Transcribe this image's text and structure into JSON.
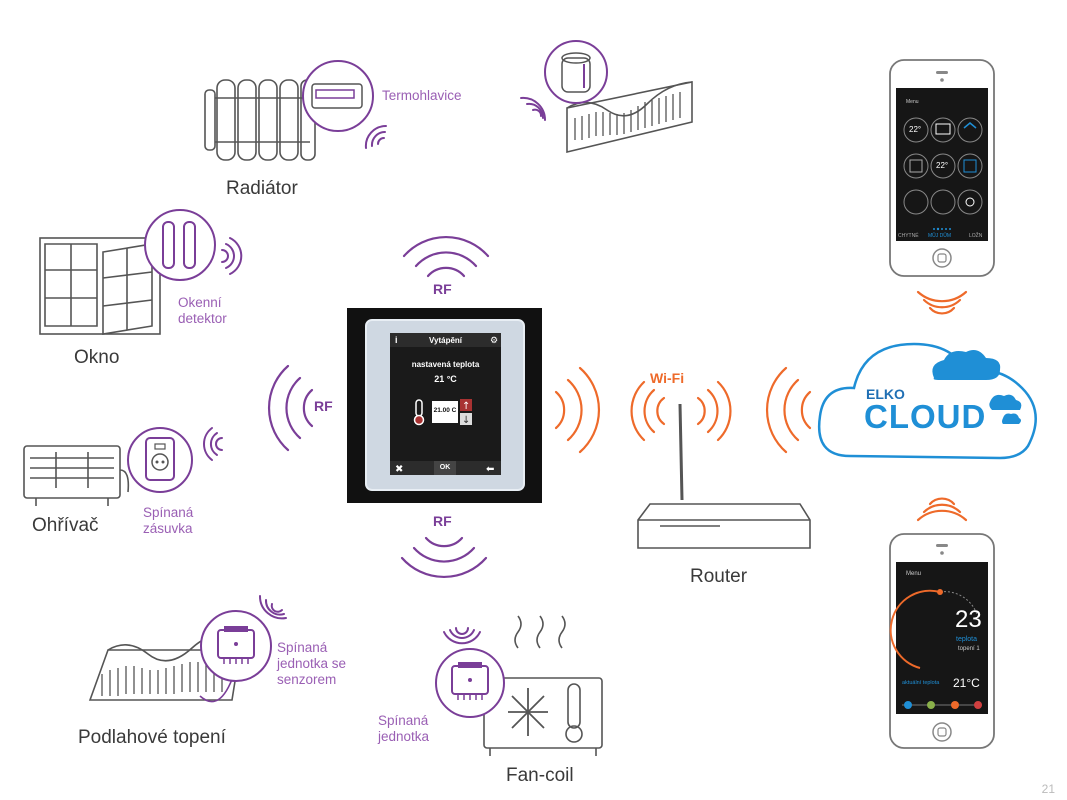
{
  "devices": {
    "radiator": {
      "label": "Radiátor",
      "sub": "Termohlavice"
    },
    "window": {
      "label": "Okno",
      "sub_line1": "Okenní",
      "sub_line2": "detektor"
    },
    "heater": {
      "label": "Ohřívač",
      "sub_line1": "Spínaná",
      "sub_line2": "zásuvka"
    },
    "floor": {
      "label": "Podlahové topení",
      "sub_line1": "Spínaná",
      "sub_line2": "jednotka se",
      "sub_line3": "senzorem"
    },
    "fancoil": {
      "label": "Fan-coil",
      "sub_line1": "Spínaná",
      "sub_line2": "jednotka"
    },
    "router": {
      "label": "Router"
    }
  },
  "links": {
    "rf": "RF",
    "wifi": "Wi-Fi"
  },
  "thermostat": {
    "title": "Vytápění",
    "subtitle": "nastavená teplota",
    "temperature": "21 °C",
    "setpoint": "21.00 C",
    "ok": "OK"
  },
  "cloud": {
    "line1": "ELKO",
    "line2": "CLOUD"
  },
  "phone1": {
    "menu": "Menu",
    "tiles": [
      "22°",
      "",
      "",
      "",
      "22°",
      "",
      "",
      "",
      ""
    ],
    "tabs": [
      "CHYTNÉ",
      "MŮJ DŮM",
      "LOŽN"
    ]
  },
  "phone2": {
    "menu": "Menu",
    "temp": "23",
    "line1": "teplota",
    "line2": "topení 1",
    "current_label": "aktuální teplota",
    "current_value": "21°C"
  },
  "page_number": "21",
  "colors": {
    "purple": "#7a3e98",
    "orange": "#ee6a2a",
    "blue": "#1f8fd6",
    "gray": "#555555"
  }
}
